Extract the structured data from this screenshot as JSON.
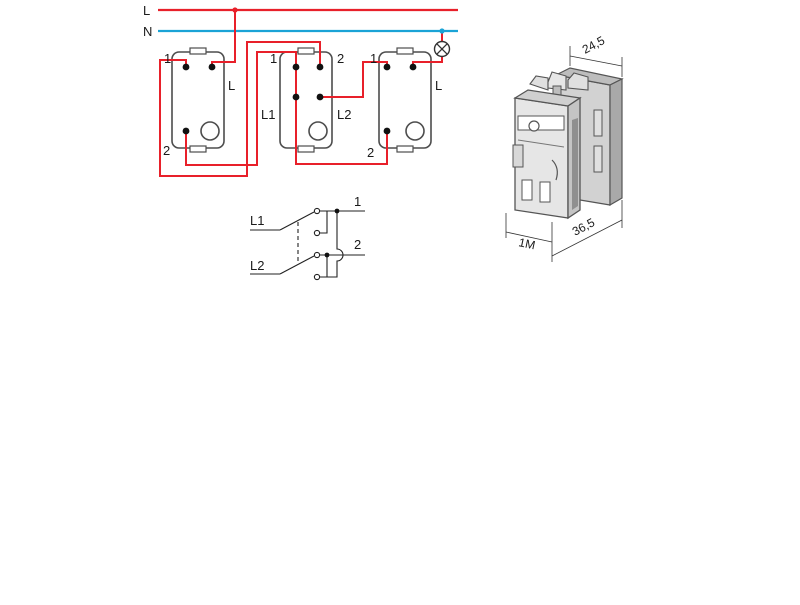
{
  "wiring": {
    "supply": {
      "line_label": "L",
      "neutral_label": "N"
    },
    "switch_left": {
      "term_a": "1",
      "term_b": "2",
      "term_line": "L"
    },
    "switch_middle": {
      "term_a": "1",
      "term_b": "2",
      "term_l1": "L1",
      "term_l2": "L2"
    },
    "switch_right": {
      "term_a": "1",
      "term_b": "2",
      "term_line": "L"
    }
  },
  "schematic": {
    "input_1": "L1",
    "input_2": "L2",
    "output_1": "1",
    "output_2": "2"
  },
  "product": {
    "depth_label": "24,5",
    "height_label": "36,5",
    "module_label": "1M"
  },
  "colors": {
    "line": "#e8202a",
    "neutral": "#1aa3d6",
    "device_outline": "#555555",
    "device_fill": "#e6e6e6"
  }
}
